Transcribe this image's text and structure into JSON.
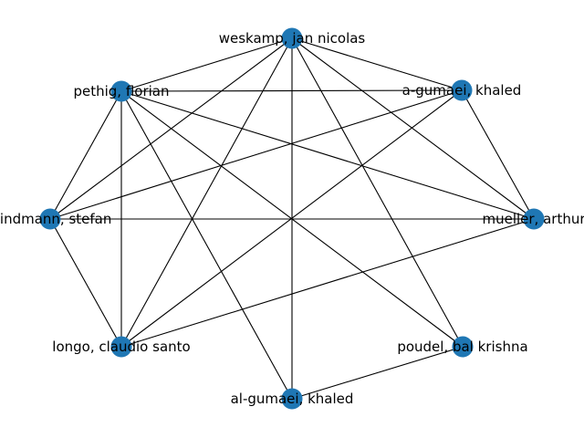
{
  "colors": {
    "node": "#1f77b4",
    "edge": "#000000",
    "background": "#ffffff"
  },
  "nodes": [
    {
      "id": "weskamp",
      "label": "weskamp, jan nicolas"
    },
    {
      "id": "a_gumaei",
      "label": "a-gumaei, khaled"
    },
    {
      "id": "mueller",
      "label": "mueller, arthur"
    },
    {
      "id": "poudel",
      "label": "poudel, bal krishna"
    },
    {
      "id": "al_gumaei",
      "label": "al-gumaei, khaled"
    },
    {
      "id": "longo",
      "label": "longo, claudio santo"
    },
    {
      "id": "windmann",
      "label": "windmann, stefan"
    },
    {
      "id": "pethig",
      "label": "pethig, florian"
    }
  ],
  "edges": [
    [
      "weskamp",
      "pethig"
    ],
    [
      "weskamp",
      "a_gumaei"
    ],
    [
      "weskamp",
      "mueller"
    ],
    [
      "weskamp",
      "poudel"
    ],
    [
      "weskamp",
      "al_gumaei"
    ],
    [
      "weskamp",
      "longo"
    ],
    [
      "weskamp",
      "windmann"
    ],
    [
      "pethig",
      "a_gumaei"
    ],
    [
      "pethig",
      "mueller"
    ],
    [
      "pethig",
      "poudel"
    ],
    [
      "pethig",
      "al_gumaei"
    ],
    [
      "pethig",
      "longo"
    ],
    [
      "pethig",
      "windmann"
    ],
    [
      "a_gumaei",
      "mueller"
    ],
    [
      "a_gumaei",
      "windmann"
    ],
    [
      "a_gumaei",
      "longo"
    ],
    [
      "windmann",
      "mueller"
    ],
    [
      "windmann",
      "longo"
    ],
    [
      "longo",
      "mueller"
    ],
    [
      "poudel",
      "al_gumaei"
    ]
  ]
}
